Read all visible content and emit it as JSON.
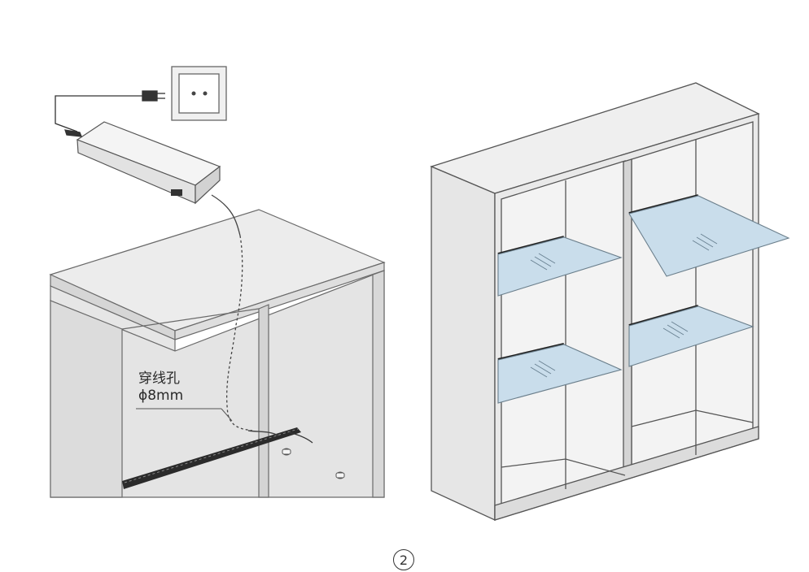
{
  "figure": {
    "hole_label": "穿线孔",
    "hole_diameter": "ϕ8mm",
    "step_number": "2"
  }
}
